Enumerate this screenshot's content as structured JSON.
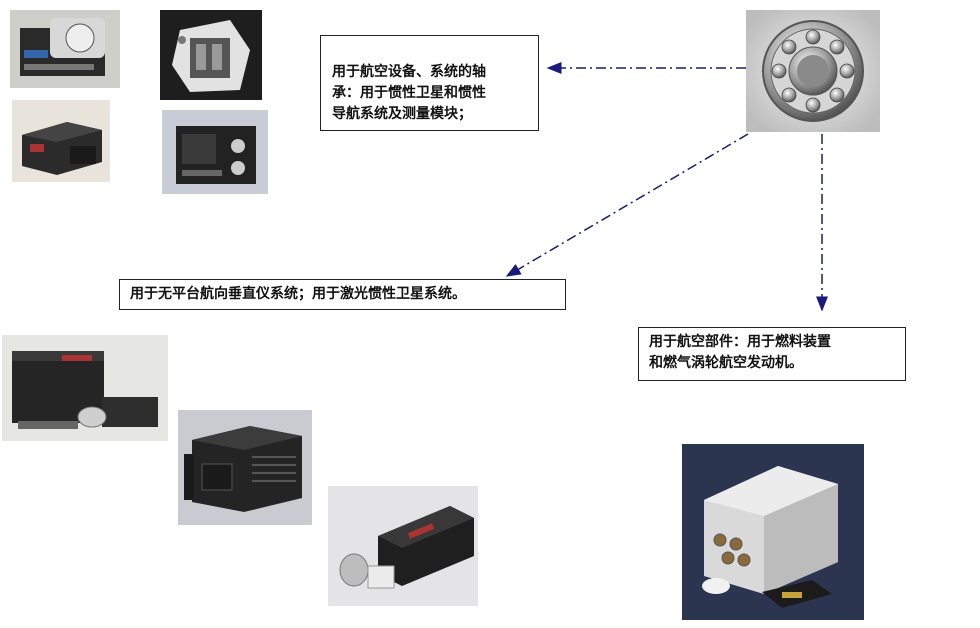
{
  "callouts": {
    "aviation_bearings": "用于航空设备、系统的轴\n承：用于惯性卫星和惯性\n导航系统及测量模块；",
    "heading_vertical": "用于无平台航向垂直仪系统；用于激光惯性卫星系统。",
    "aero_parts": "用于航空部件：用于燃料装置\n和燃气涡轮航空发动机。"
  },
  "colors": {
    "arrow": "#1a1a7a",
    "callout_border": "#222222"
  },
  "icons": {
    "bearing": "ball-bearing-photo",
    "devices": "avionics-unit-photo"
  }
}
